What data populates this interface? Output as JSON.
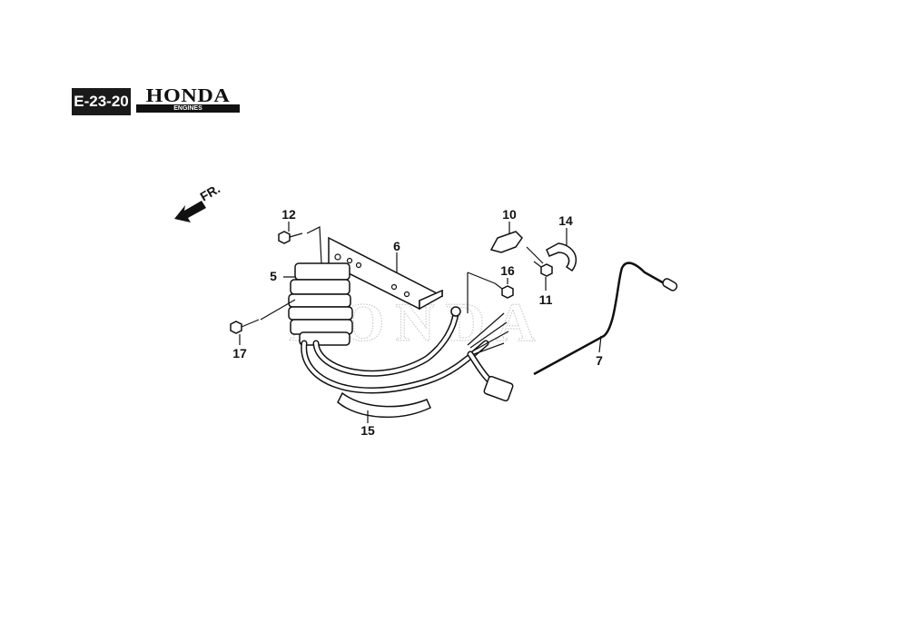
{
  "header": {
    "diagram_code": "E-23-20",
    "brand": "HONDA",
    "brand_sub": "ENGINES"
  },
  "diagram": {
    "direction_label": "FR.",
    "watermark": "HONDA",
    "callouts": {
      "p5": "5",
      "p6": "6",
      "p7": "7",
      "p10": "10",
      "p11": "11",
      "p12": "12",
      "p14": "14",
      "p15": "15",
      "p16": "16",
      "p17": "17"
    }
  }
}
